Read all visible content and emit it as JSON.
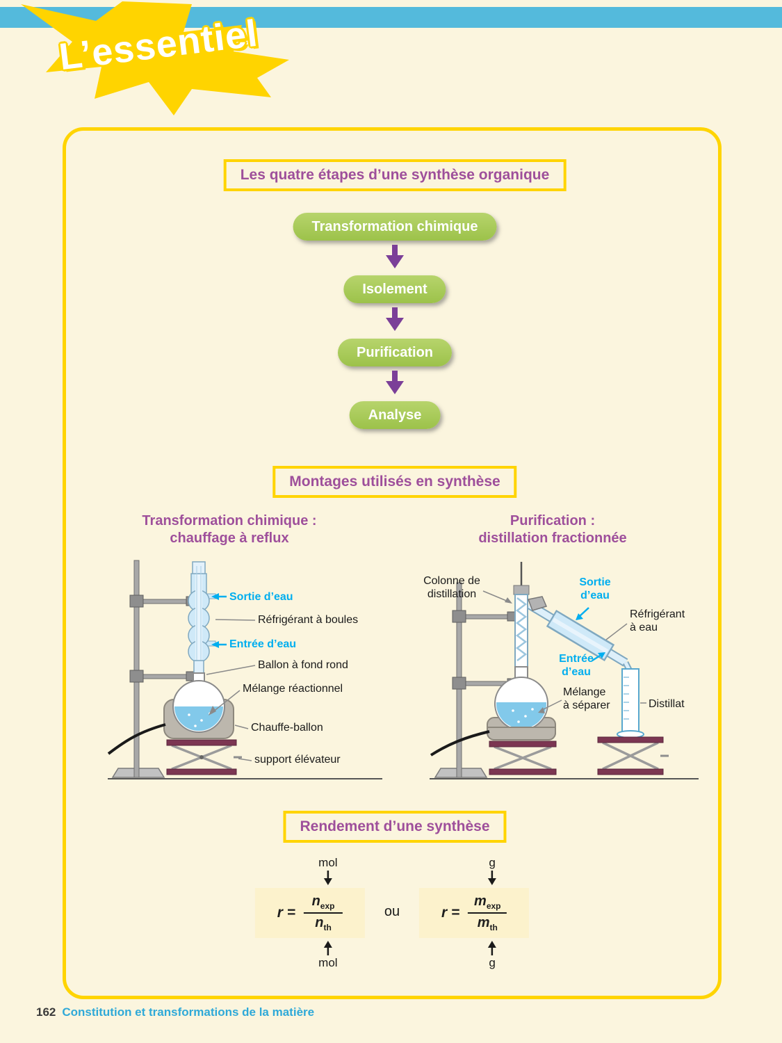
{
  "colors": {
    "page_background": "#FBF5DE",
    "top_bar_blue": "#54BADC",
    "accent_yellow": "#FFD400",
    "heading_purple": "#9E4F9B",
    "step_green": "#A3C852",
    "water_cyan": "#00AEEF",
    "jack_maroon": "#7C3652",
    "footer_blue": "#2FA9D8"
  },
  "badge": {
    "text": "L’essentiel"
  },
  "steps": {
    "title": "Les quatre étapes d’une synthèse organique",
    "items": [
      "Transformation chimique",
      "Isolement",
      "Purification",
      "Analyse"
    ]
  },
  "montages": {
    "title": "Montages utilisés en synthèse",
    "reflux": {
      "title_line1": "Transformation chimique :",
      "title_line2": "chauffage à reflux",
      "labels": {
        "water_out": "Sortie d’eau",
        "condenser": "Réfrigérant à boules",
        "water_in": "Entrée d’eau",
        "flask": "Ballon à fond rond",
        "mixture": "Mélange réactionnel",
        "heater": "Chauffe-ballon",
        "jack": "support élévateur"
      }
    },
    "distillation": {
      "title_line1": "Purification :",
      "title_line2": "distillation fractionnée",
      "labels": {
        "column": "Colonne de distillation",
        "water_out": "Sortie d’eau",
        "condenser": "Réfrigérant à eau",
        "water_in": "Entrée d’eau",
        "mixture": "Mélange à séparer",
        "distillate": "Distillat"
      }
    }
  },
  "rendement": {
    "title": "Rendement d’une synthèse",
    "mol_formula": {
      "unit_top": "mol",
      "r_label": "r =",
      "numerator": "n",
      "numerator_sub": "exp",
      "denominator": "n",
      "denominator_sub": "th",
      "unit_bottom": "mol"
    },
    "separator": "ou",
    "mass_formula": {
      "unit_top": "g",
      "r_label": "r =",
      "numerator": "m",
      "numerator_sub": "exp",
      "denominator": "m",
      "denominator_sub": "th",
      "unit_bottom": "g"
    }
  },
  "footer": {
    "page_number": "162",
    "text": "Constitution et transformations de la matière"
  }
}
